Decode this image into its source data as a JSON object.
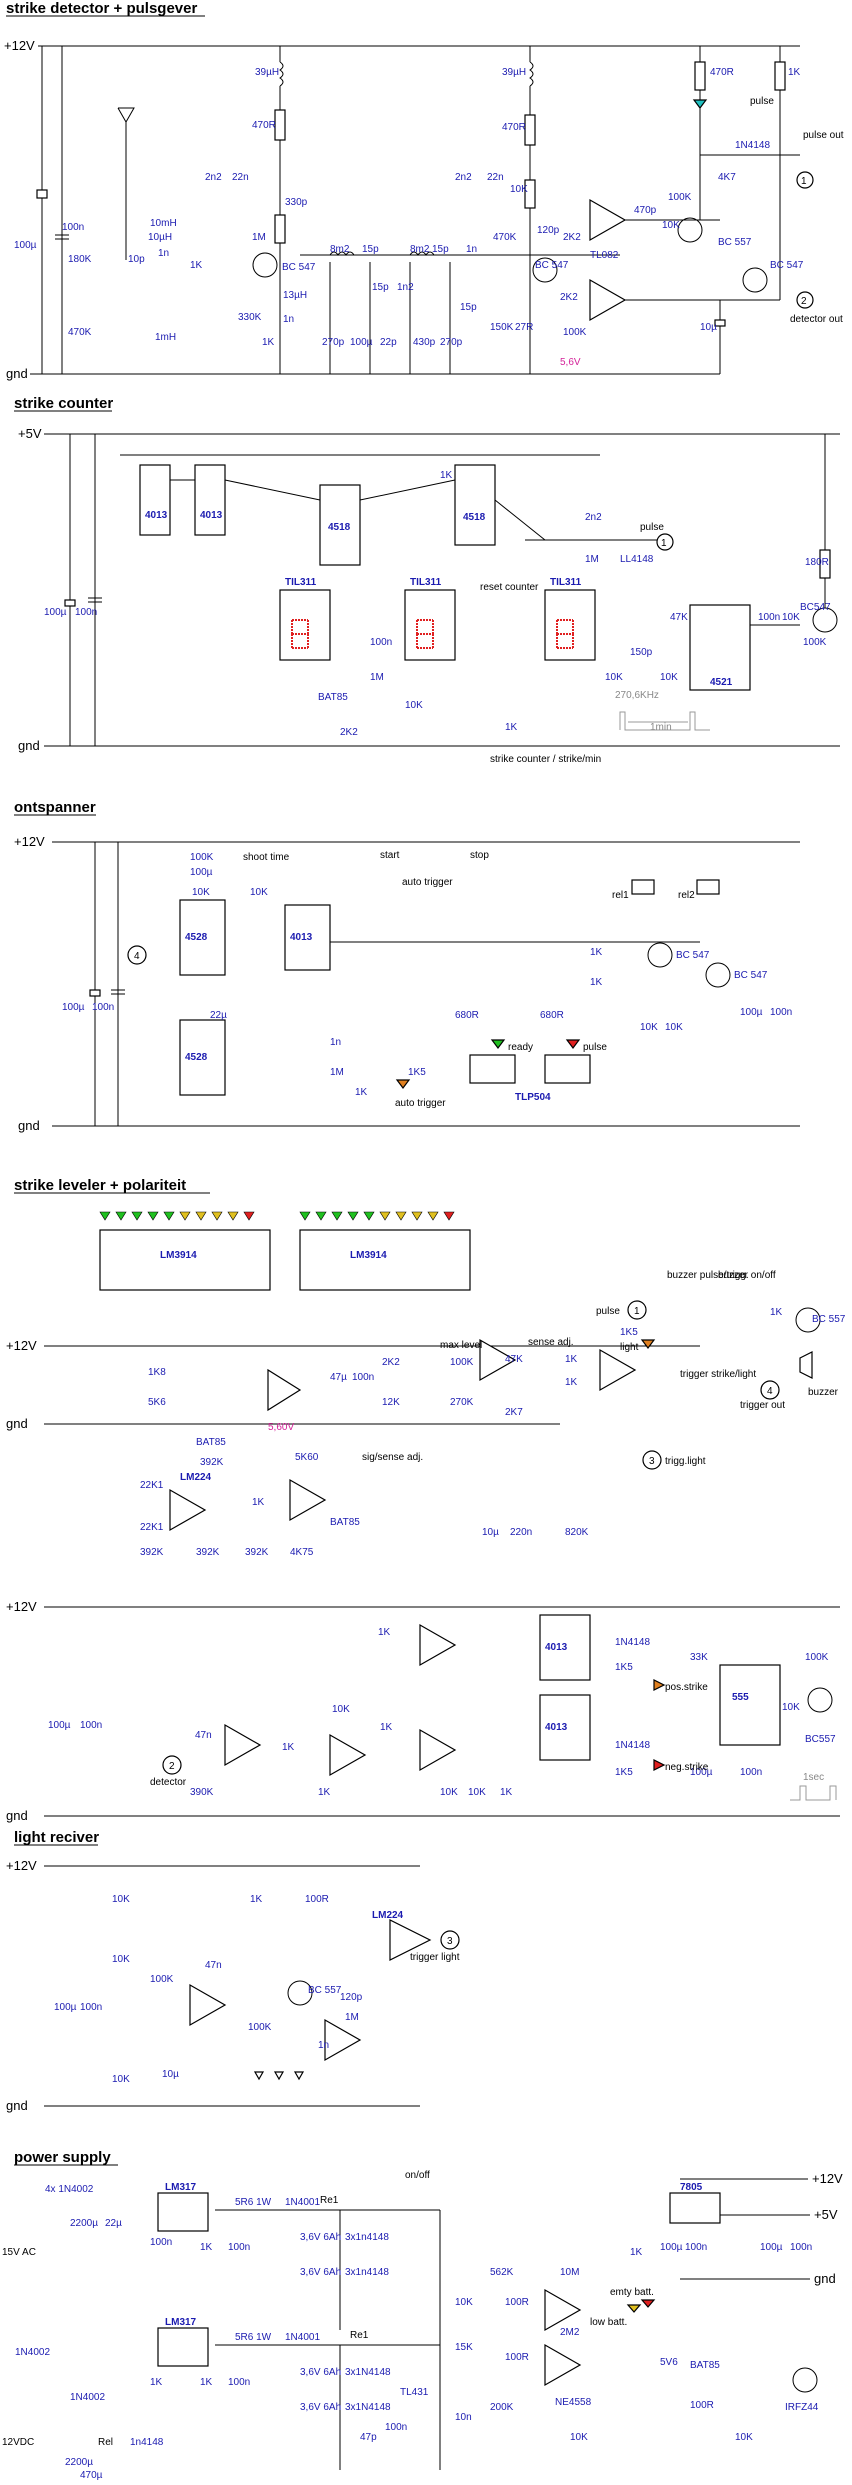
{
  "sections": [
    {
      "id": "strike_detector",
      "title": "strike detector + pulsgever"
    },
    {
      "id": "strike_counter",
      "title": "strike counter"
    },
    {
      "id": "ontspanner",
      "title": "ontspanner"
    },
    {
      "id": "strike_leveler",
      "title": "strike leveler + polariteit"
    },
    {
      "id": "light_receiver",
      "title": "light reciver"
    },
    {
      "id": "power_supply",
      "title": "power supply"
    }
  ],
  "rails": {
    "v12": "+12V",
    "v5": "+5V",
    "gnd": "gnd"
  },
  "detector": {
    "labels": [
      "39µH",
      "470R",
      "2n2",
      "22n",
      "1M",
      "330p",
      "BC 547",
      "10µH",
      "1K",
      "10mH",
      "1n",
      "13µH",
      "1n",
      "10p",
      "180K",
      "470K",
      "1mH",
      "100n",
      "100µ",
      "330K",
      "1K",
      "8m2",
      "15p",
      "8m2",
      "15p",
      "1n",
      "270p",
      "100µ",
      "22p",
      "15p",
      "1n2",
      "430p",
      "270p",
      "15p",
      "39µH",
      "470R",
      "2n2",
      "22n",
      "10K",
      "470K",
      "BC 547",
      "150K",
      "27R",
      "120p",
      "2K2",
      "2K2",
      "100K",
      "470p",
      "10K",
      "TL082",
      "470R",
      "1K",
      "1N4148",
      "4K7",
      "100K",
      "BC 557",
      "BC 547",
      "10µ"
    ],
    "zener": "5,6V",
    "pulse_led": "pulse",
    "out1": "pulse out",
    "out2": "detector out",
    "num1": "1",
    "num2": "2"
  },
  "counter": {
    "ics": [
      "4013",
      "4013",
      "4518",
      "4518",
      "4521"
    ],
    "displays": [
      "TIL311",
      "TIL311",
      "TIL311"
    ],
    "labels": [
      "1K",
      "2n2",
      "1M",
      "LL4148",
      "pulse",
      "180R",
      "BC547",
      "47K",
      "100n",
      "10K",
      "100K",
      "150p",
      "10K",
      "10K",
      "100n",
      "1M",
      "10K",
      "2K2",
      "BAT85",
      "100µ",
      "100n",
      "1K"
    ],
    "reset": "reset counter",
    "freq": "270,6KHz",
    "period": "1min",
    "switch_label": "strike counter / strike/min",
    "num1": "1"
  },
  "ontspanner": {
    "ics": [
      "4528",
      "4528",
      "4013"
    ],
    "labels": [
      "100K",
      "100µ",
      "10K",
      "10K",
      "22µ",
      "1n",
      "1M",
      "1K",
      "1K5",
      "680R",
      "680R",
      "1K",
      "1K",
      "10K",
      "10K",
      "100µ",
      "100n",
      "100µ",
      "100n",
      "BC 547",
      "BC 547"
    ],
    "shoot": "shoot time",
    "start": "start",
    "auto": "auto trigger",
    "stop": "stop",
    "rel1": "rel1",
    "rel2": "rel2",
    "ready": "ready",
    "pulse": "pulse",
    "auto_led": "auto trigger",
    "opto": "TLP504",
    "num4": "4"
  },
  "leveler": {
    "ics": [
      "LM3914",
      "LM3914",
      "LM224",
      "4013",
      "4013",
      "555"
    ],
    "labels": [
      "1K8",
      "5K6",
      "2K2",
      "12K",
      "100K",
      "270K",
      "47K",
      "2K7",
      "47µ",
      "100n",
      "1K",
      "1K",
      "1K5",
      "1K",
      "BC 557",
      "BAT85",
      "392K",
      "22K1",
      "22K1",
      "392K",
      "392K",
      "1K",
      "5K60",
      "392K",
      "4K75",
      "BAT85",
      "10µ",
      "220n",
      "820K",
      "1K",
      "10K",
      "1K",
      "47n",
      "390K",
      "1K",
      "1K",
      "10K",
      "10K",
      "1K",
      "33K",
      "1N4148",
      "1K5",
      "1N4148",
      "1K5",
      "100µ",
      "100n",
      "100K",
      "10K",
      "BC557",
      "100µ",
      "100n"
    ],
    "zener": "5,60V",
    "max": "max level",
    "sense": "sense adj.",
    "sig": "sig/sense adj.",
    "pulse": "pulse",
    "light": "light",
    "bpt": "buzzer pulse/trigg.",
    "bonoff": "buzzer on/off",
    "trig": "trigger strike/light",
    "trigger_out": "trigger out",
    "trigg_light": "trigg.light",
    "buzzer": "buzzer",
    "detector": "detector",
    "pos": "pos.strike",
    "neg": "neg.strike",
    "period": "1sec",
    "num1": "1",
    "num2": "2",
    "num3": "3",
    "num4": "4"
  },
  "receiver": {
    "ic": "LM224",
    "labels": [
      "10K",
      "1K",
      "100R",
      "100K",
      "47n",
      "BC 557",
      "120p",
      "1M",
      "100K",
      "1n",
      "10K",
      "10µ",
      "10K",
      "100µ",
      "100n"
    ],
    "out": "trigger light",
    "num3": "3"
  },
  "power": {
    "ics": [
      "LM317",
      "LM317",
      "7805",
      "NE4558",
      "TL431",
      "IRFZ44"
    ],
    "labels": [
      "4x 1N4002",
      "22µ",
      "2200µ",
      "100n",
      "1K",
      "100n",
      "5R6 1W",
      "1N4001",
      "3,6V 6Ah",
      "3,6V 6Ah",
      "3x1n4148",
      "3x1n4148",
      "5R6 1W",
      "1N4001",
      "3,6V 6Ah",
      "3,6V 6Ah",
      "3x1N4148",
      "3x1N4148",
      "47p",
      "100n",
      "10K",
      "15K",
      "562K",
      "10n",
      "200K",
      "100R",
      "100R",
      "10M",
      "2M2",
      "1K",
      "10K",
      "5V6",
      "BAT85",
      "100R",
      "100µ",
      "100n",
      "100µ",
      "100n",
      "10K",
      "1N4002",
      "1N4002",
      "2200µ",
      "470µ",
      "1n4148",
      "1K",
      "1K",
      "100n"
    ],
    "re1": "Re1",
    "on_off": "on/off",
    "empty": "emty batt.",
    "low": "low batt.",
    "ac": "15V AC",
    "dc": "12VDC",
    "rel": "Rel"
  }
}
